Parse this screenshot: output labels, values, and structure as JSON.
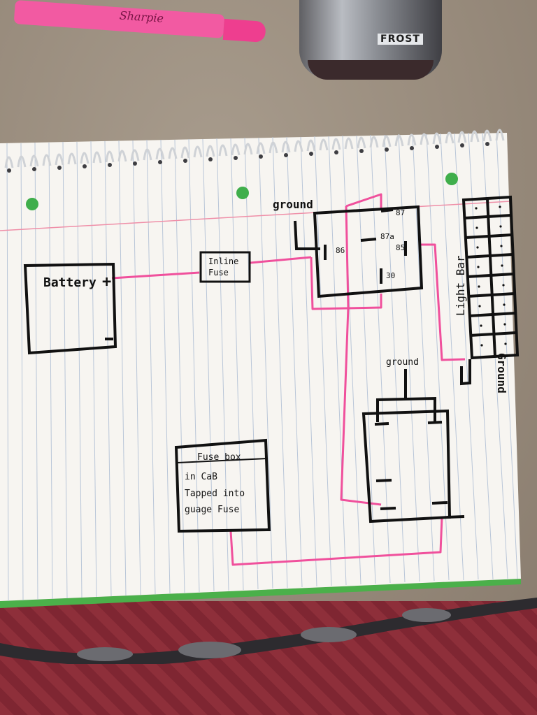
{
  "scene": {
    "marker_brand": "Sharpie",
    "bottle_label": "FROST"
  },
  "diagram": {
    "battery": {
      "label": "Battery",
      "positive": "+",
      "negative": "-"
    },
    "inline_fuse": {
      "line1": "Inline",
      "line2": "Fuse"
    },
    "relay": {
      "ground": "ground",
      "pins": {
        "p87": "87",
        "p87a": "87a",
        "p86": "86",
        "p85": "85",
        "p30": "30"
      }
    },
    "light_bar": {
      "label": "Light Bar",
      "ground": "Ground"
    },
    "switch": {
      "ground": "ground"
    },
    "fuse_box": {
      "title": "Fuse box",
      "line1": "in CaB",
      "line2": "Tapped into",
      "line3": "guage Fuse"
    },
    "colors": {
      "wire": "#f0509c",
      "ink": "#111111",
      "paper": "#f7f5f1",
      "rule": "#b9c6d8",
      "margin": "#ef8fa8"
    }
  }
}
